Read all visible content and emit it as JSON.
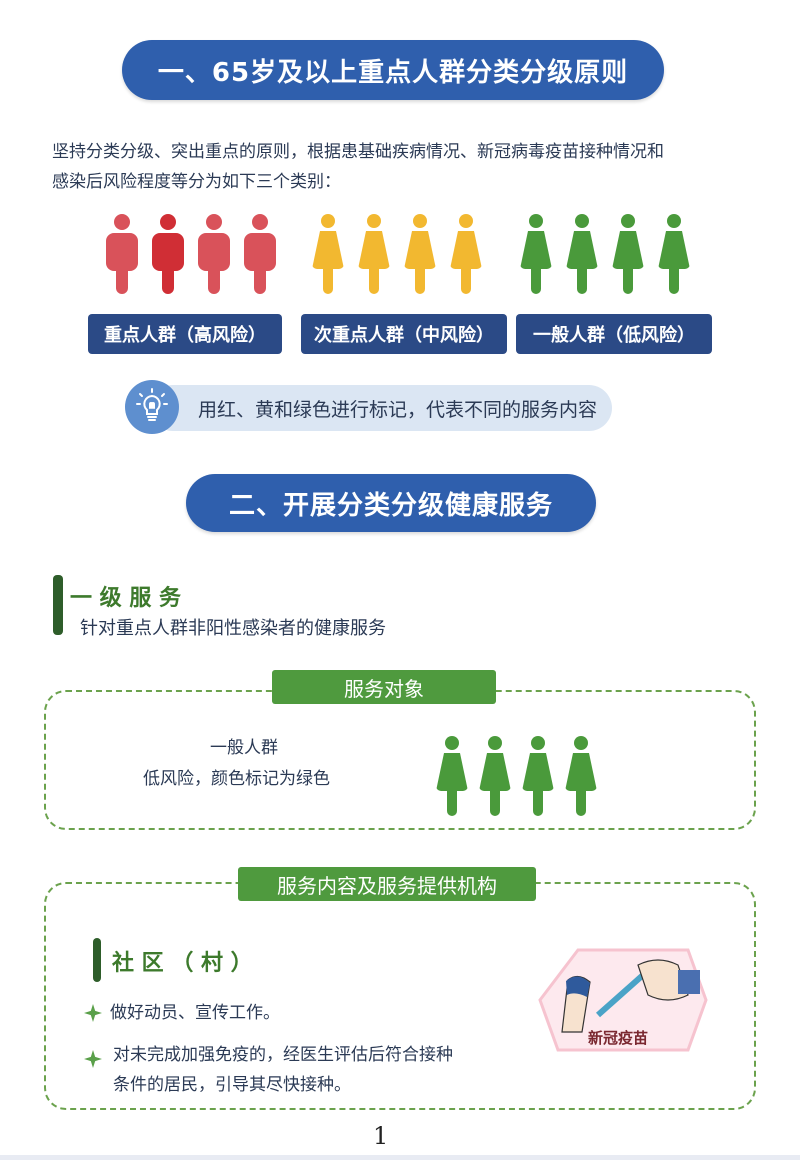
{
  "section1": {
    "title": "一、65岁及以上重点人群分类分级原则",
    "intro_line1": "坚持分类分级、突出重点的原则，根据患基础疾病情况、新冠病毒疫苗接种情况和",
    "intro_line2": "感染后风险程度等分为如下三个类别：",
    "categories": [
      {
        "label": "重点人群（高风险）",
        "color": "#d9525a",
        "figure": "male",
        "count": 4
      },
      {
        "label": "次重点人群（中风险）",
        "color": "#f2b830",
        "figure": "female",
        "count": 4
      },
      {
        "label": "一般人群（低风险）",
        "color": "#4a9a3b",
        "figure": "female",
        "count": 4
      }
    ],
    "tip": {
      "icon": "lightbulb-icon",
      "text": "用红、黄和绿色进行标记，代表不同的服务内容"
    }
  },
  "section2": {
    "title": "二、开展分类分级健康服务",
    "level": {
      "heading": "一 级 服 务",
      "subheading": "针对重点人群非阳性感染者的健康服务"
    },
    "service_target": {
      "tag": "服务对象",
      "line1": "一般人群",
      "line2": "低风险，颜色标记为绿色",
      "figure_color": "#4a9a3b",
      "figure_count": 4
    },
    "service_content": {
      "tag": "服务内容及服务提供机构",
      "org": "社 区 （ 村 ）",
      "bullets": [
        "做好动员、宣传工作。",
        "对未完成加强免疫的，经医生评估后符合接种",
        "条件的居民，引导其尽快接种。"
      ],
      "image_caption": "新冠疫苗"
    }
  },
  "footer": {
    "page_number": "1"
  }
}
